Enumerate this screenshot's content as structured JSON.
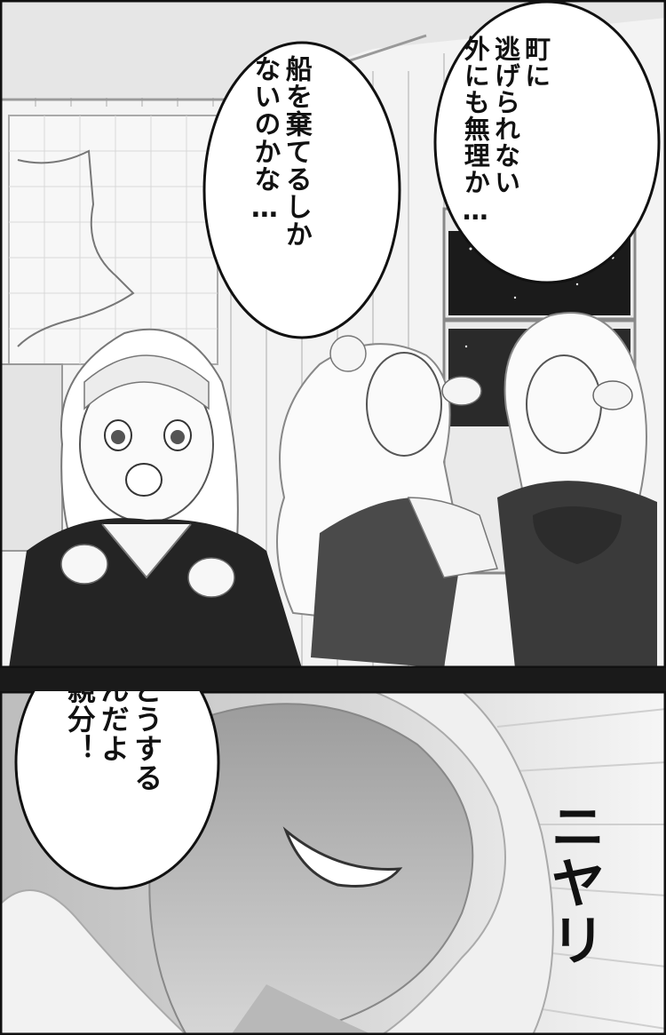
{
  "panels": {
    "top": {
      "speech_right": "町に\n逃げられない\n外にも無理か…",
      "speech_center": "船を棄てるしか\nないのかな…"
    },
    "bottom": {
      "speech_left": "どうする\nんだよ\n親分！",
      "sound_effect": "ニヤリ"
    }
  }
}
